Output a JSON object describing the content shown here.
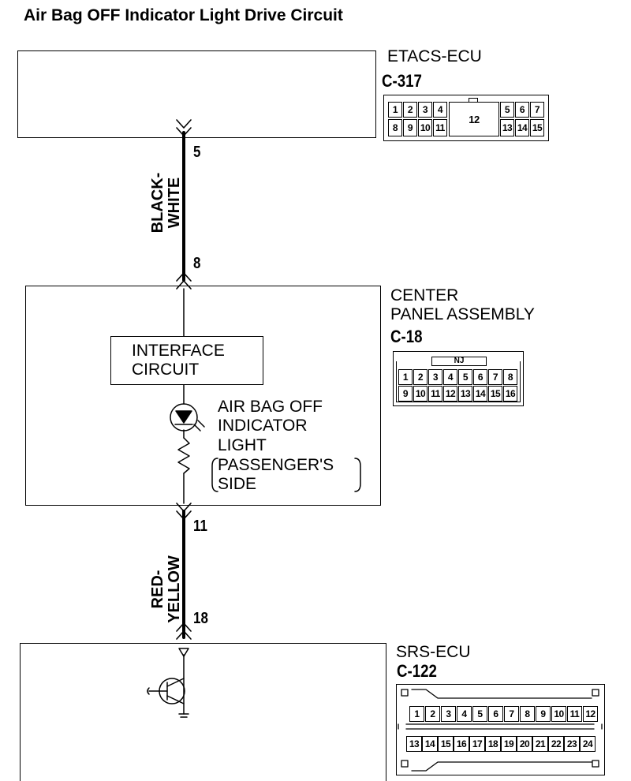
{
  "title": "Air Bag OFF Indicator Light Drive Circuit",
  "etacs": {
    "name": "ETACS-ECU",
    "connector": "C-317",
    "top_row": [
      "1",
      "2",
      "3",
      "4",
      "",
      "5",
      "6",
      "7"
    ],
    "center_pin": "12",
    "bottom_row": [
      "8",
      "9",
      "10",
      "11",
      "13",
      "14",
      "15"
    ]
  },
  "center_panel": {
    "name_line1": "CENTER",
    "name_line2": "PANEL ASSEMBLY",
    "connector": "C-18",
    "key_label": "NJ",
    "top_row": [
      "1",
      "2",
      "3",
      "4",
      "5",
      "6",
      "7",
      "8"
    ],
    "bottom_row": [
      "9",
      "10",
      "11",
      "12",
      "13",
      "14",
      "15",
      "16"
    ]
  },
  "srs": {
    "name": "SRS-ECU",
    "connector": "C-122",
    "top_row": [
      "1",
      "2",
      "3",
      "4",
      "5",
      "6",
      "7",
      "8",
      "9",
      "10",
      "11",
      "12"
    ],
    "bottom_row": [
      "13",
      "14",
      "15",
      "16",
      "17",
      "18",
      "19",
      "20",
      "21",
      "22",
      "23",
      "24"
    ]
  },
  "interface": {
    "line1": "INTERFACE",
    "line2": "CIRCUIT"
  },
  "light": {
    "line1": "AIR BAG OFF",
    "line2": "INDICATOR",
    "line3": "LIGHT",
    "line4": "PASSENGER'S",
    "line5": "SIDE"
  },
  "wire1": {
    "color_line1": "BLACK-",
    "color_line2": "WHITE",
    "pin_top": "5",
    "pin_bottom": "8"
  },
  "wire2": {
    "color_line1": "RED-",
    "color_line2": "YELLOW",
    "pin_top": "11",
    "pin_bottom": "18"
  }
}
